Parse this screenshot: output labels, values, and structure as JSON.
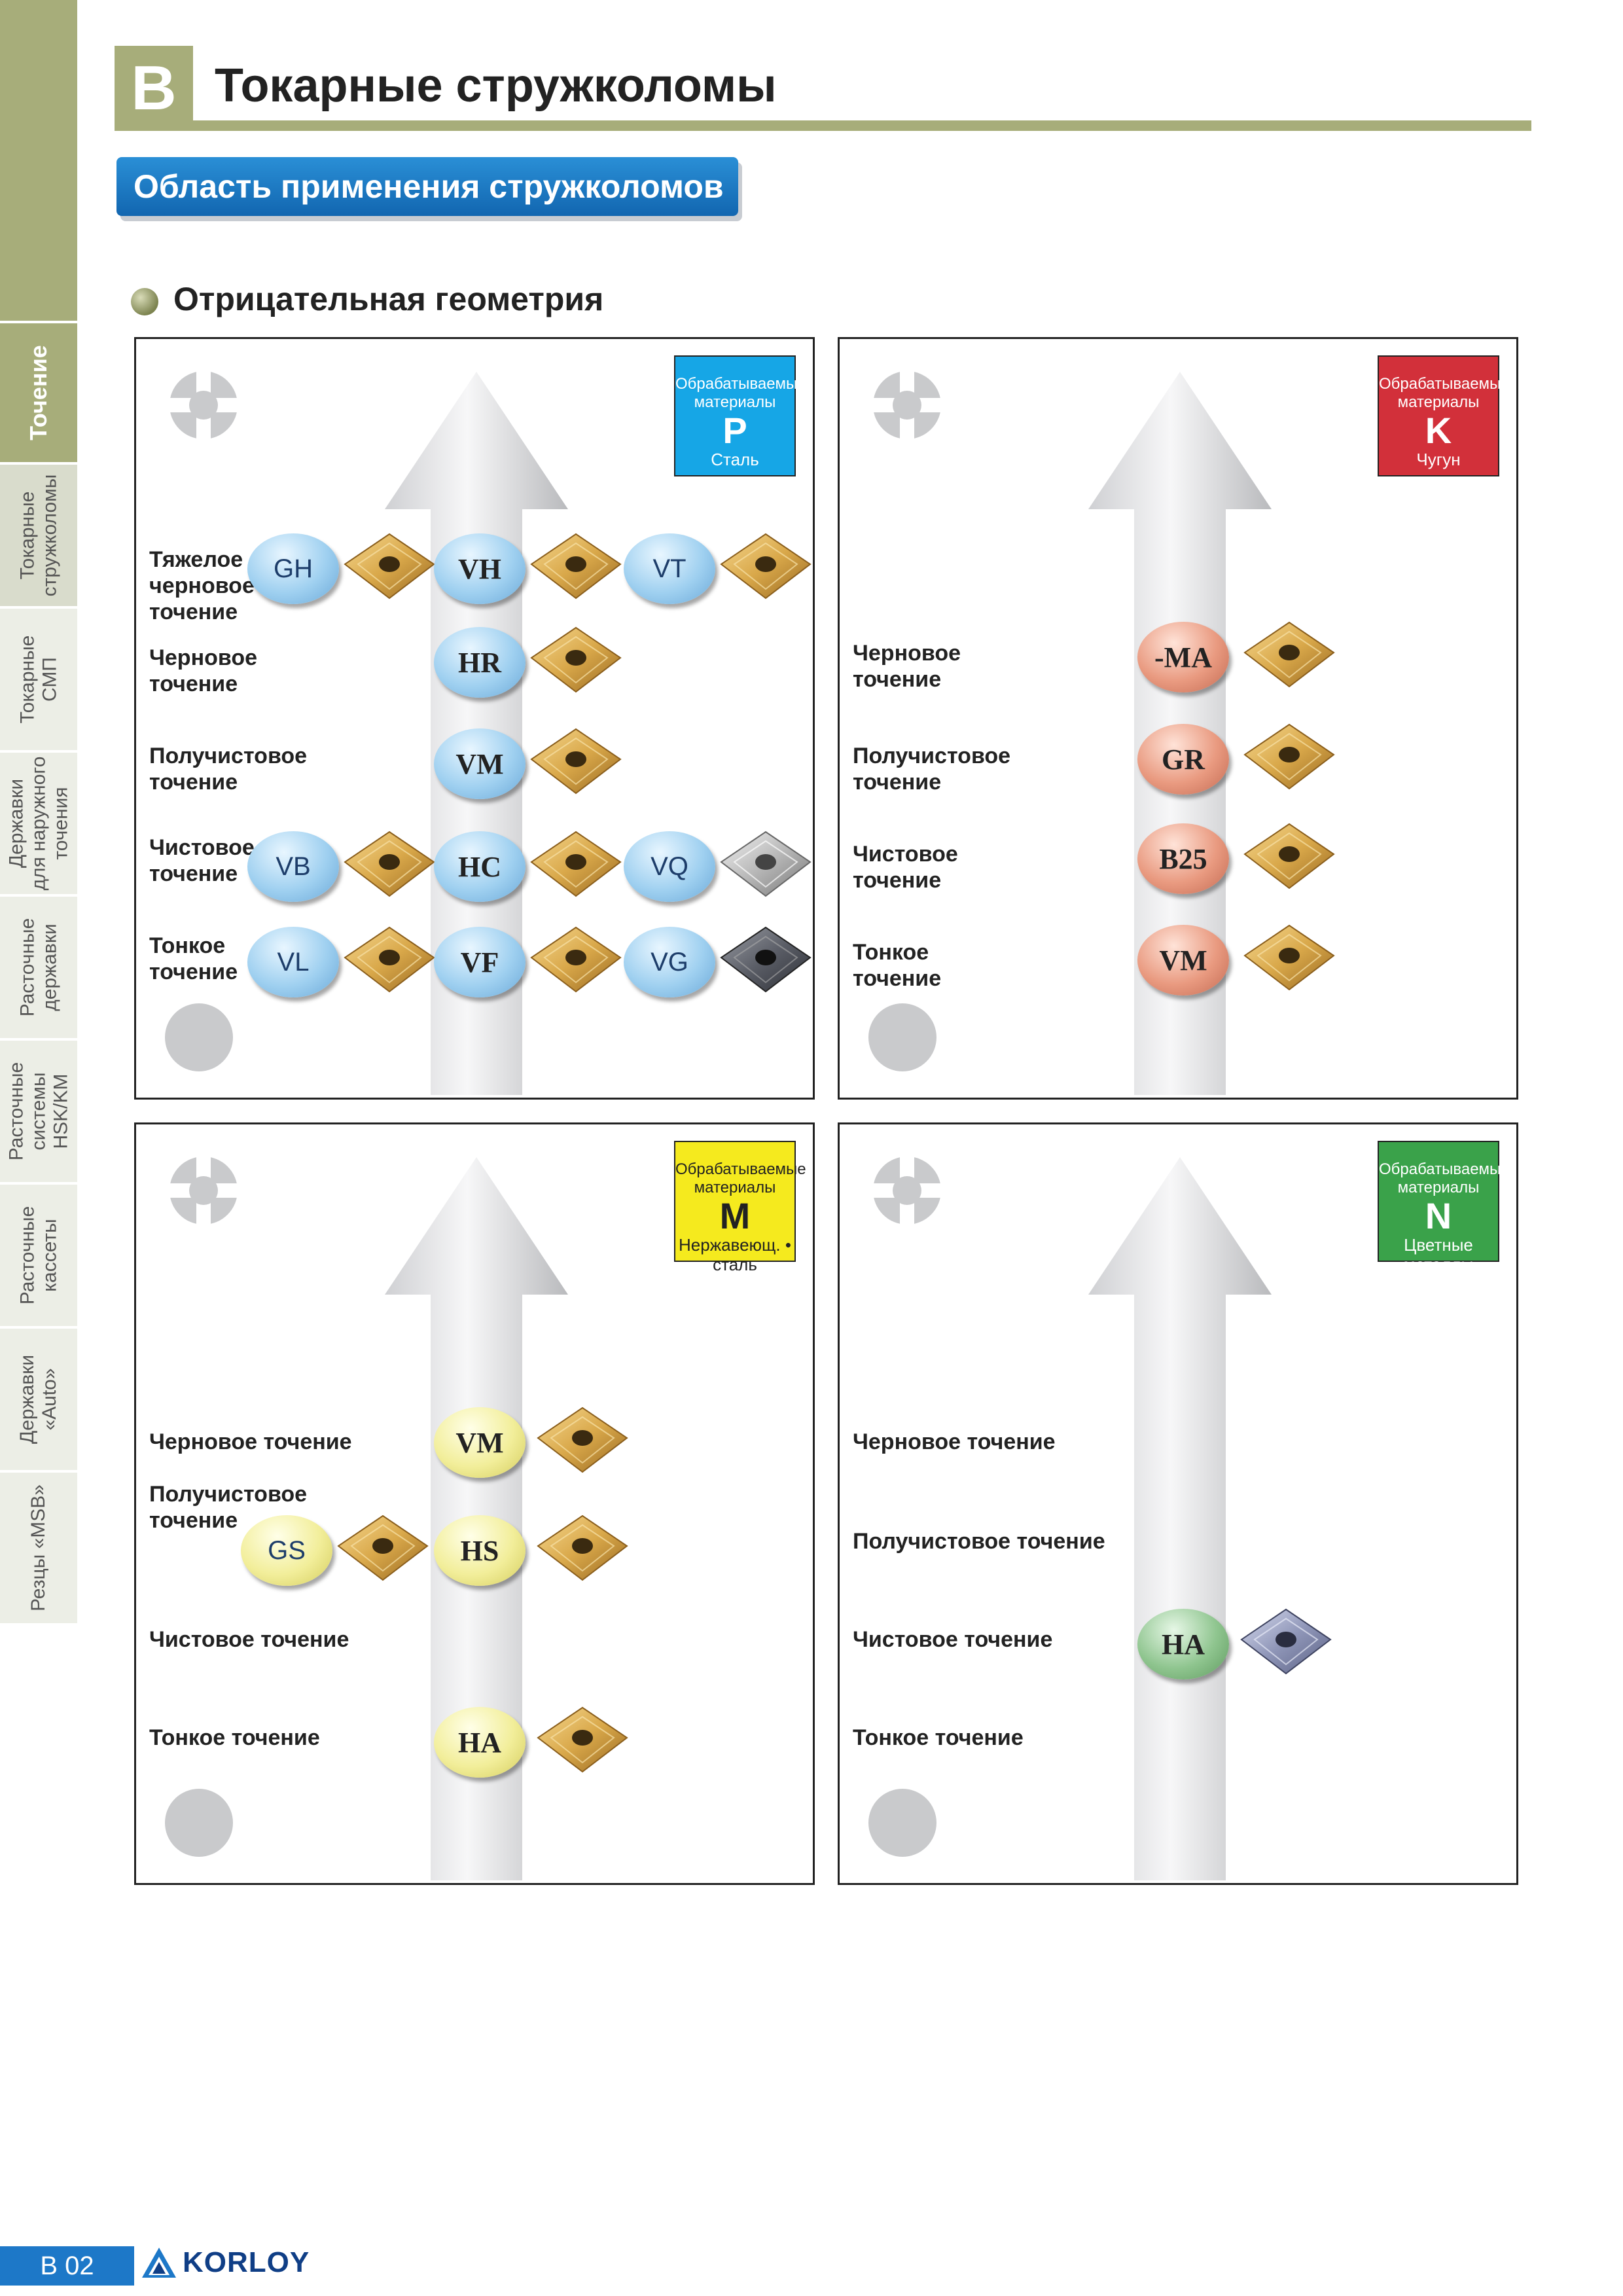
{
  "header": {
    "section_letter": "B",
    "title": "Токарные стружколомы",
    "subtitle": "Область применения стружколомов",
    "section_heading": "Отрицательная геометрия"
  },
  "sidebar": [
    {
      "label": "Точение",
      "active": true
    },
    {
      "label": "Токарные\nстружколомы",
      "active": false,
      "dark": true
    },
    {
      "label": "Токарные\nСМП",
      "active": false
    },
    {
      "label": "Державки\nдля наружного\nточения",
      "active": false
    },
    {
      "label": "Расточные\nдержавки",
      "active": false
    },
    {
      "label": "Расточные\nсистемы\nHSK/KM",
      "active": false
    },
    {
      "label": "Расточные\nкассеты",
      "active": false
    },
    {
      "label": "Державки\n«Auto»",
      "active": false
    },
    {
      "label": "Резцы «MSB»",
      "active": false
    }
  ],
  "panels": {
    "p": {
      "material_header": "Обрабатываемые материалы",
      "material_code": "P",
      "material_name": "Сталь",
      "color": "#16a6e6",
      "operations": [
        "Тяжелое\nчерновое\nточение",
        "Черновое\nточение",
        "Получистовое\nточение",
        "Чистовое\nточение",
        "Тонкое\nточение"
      ],
      "badges": [
        "GH",
        "VH",
        "VT",
        "HR",
        "VM",
        "VB",
        "HC",
        "VQ",
        "VL",
        "VF",
        "VG"
      ]
    },
    "k": {
      "material_header": "Обрабатываемые материалы",
      "material_code": "K",
      "material_name": "Чугун",
      "color": "#d2303a",
      "operations": [
        "Черновое\nточение",
        "Получистовое\nточение",
        "Чистовое\nточение",
        "Тонкое\nточение"
      ],
      "badges": [
        "-MA",
        "GR",
        "B25",
        "VM"
      ]
    },
    "m": {
      "material_header": "Обрабатываемые материалы",
      "material_code": "M",
      "material_name_line1": "Нержавеющ. •",
      "material_name_line2": "сталь",
      "color": "#f5ea1e",
      "operations": [
        "Черновое точение",
        "Получистовое\nточение",
        "Чистовое точение",
        "Тонкое точение"
      ],
      "badges": [
        "VM",
        "GS",
        "HS",
        "HA"
      ]
    },
    "n": {
      "material_header": "Обрабатываемые материалы",
      "material_code": "N",
      "material_name": "Цветные\nметаллы",
      "color": "#3aa24a",
      "operations": [
        "Черновое точение",
        "Получистовое точение",
        "Чистовое точение",
        "Тонкое точение"
      ],
      "badges": [
        "HA"
      ]
    }
  },
  "footer": {
    "page_number": "B 02",
    "brand": "KORLOY"
  }
}
